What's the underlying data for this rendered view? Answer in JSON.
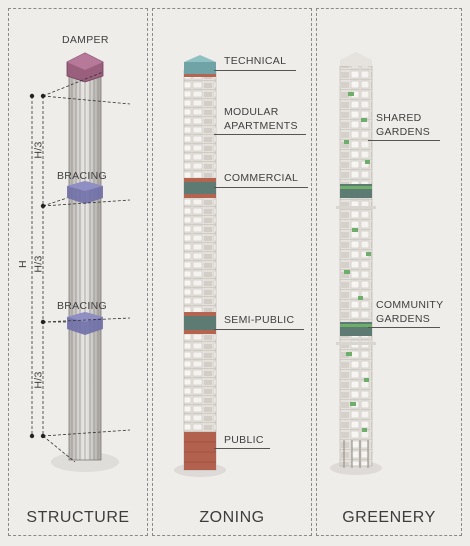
{
  "panels": {
    "structure": {
      "title": "STRUCTURE",
      "damper_label": "DAMPER",
      "bracing_upper_label": "BRACING",
      "bracing_lower_label": "BRACING",
      "height_label": "H",
      "segment_labels": [
        "H/3",
        "H/3",
        "H/3"
      ]
    },
    "zoning": {
      "title": "ZONING",
      "technical_label": "TECHNICAL",
      "modular_label_line1": "MODULAR",
      "modular_label_line2": "APARTMENTS",
      "commercial_label": "COMMERCIAL",
      "semi_public_label": "SEMI-PUBLIC",
      "public_label": "PUBLIC"
    },
    "greenery": {
      "title": "GREENERY",
      "shared_label_line1": "SHARED",
      "shared_label_line2": "GARDENS",
      "community_label_line1": "COMMUNITY",
      "community_label_line2": "GARDENS"
    }
  },
  "colors": {
    "background": "#efede9",
    "damper": "#9b5f7e",
    "bracing": "#6f6fa8",
    "technical": "#6fa3a6",
    "commercial": "#b5644f",
    "commercial_glass": "#5d7b72",
    "public": "#b3614f",
    "greenery": "#6fae6a",
    "frame": "#d9d5d0"
  }
}
